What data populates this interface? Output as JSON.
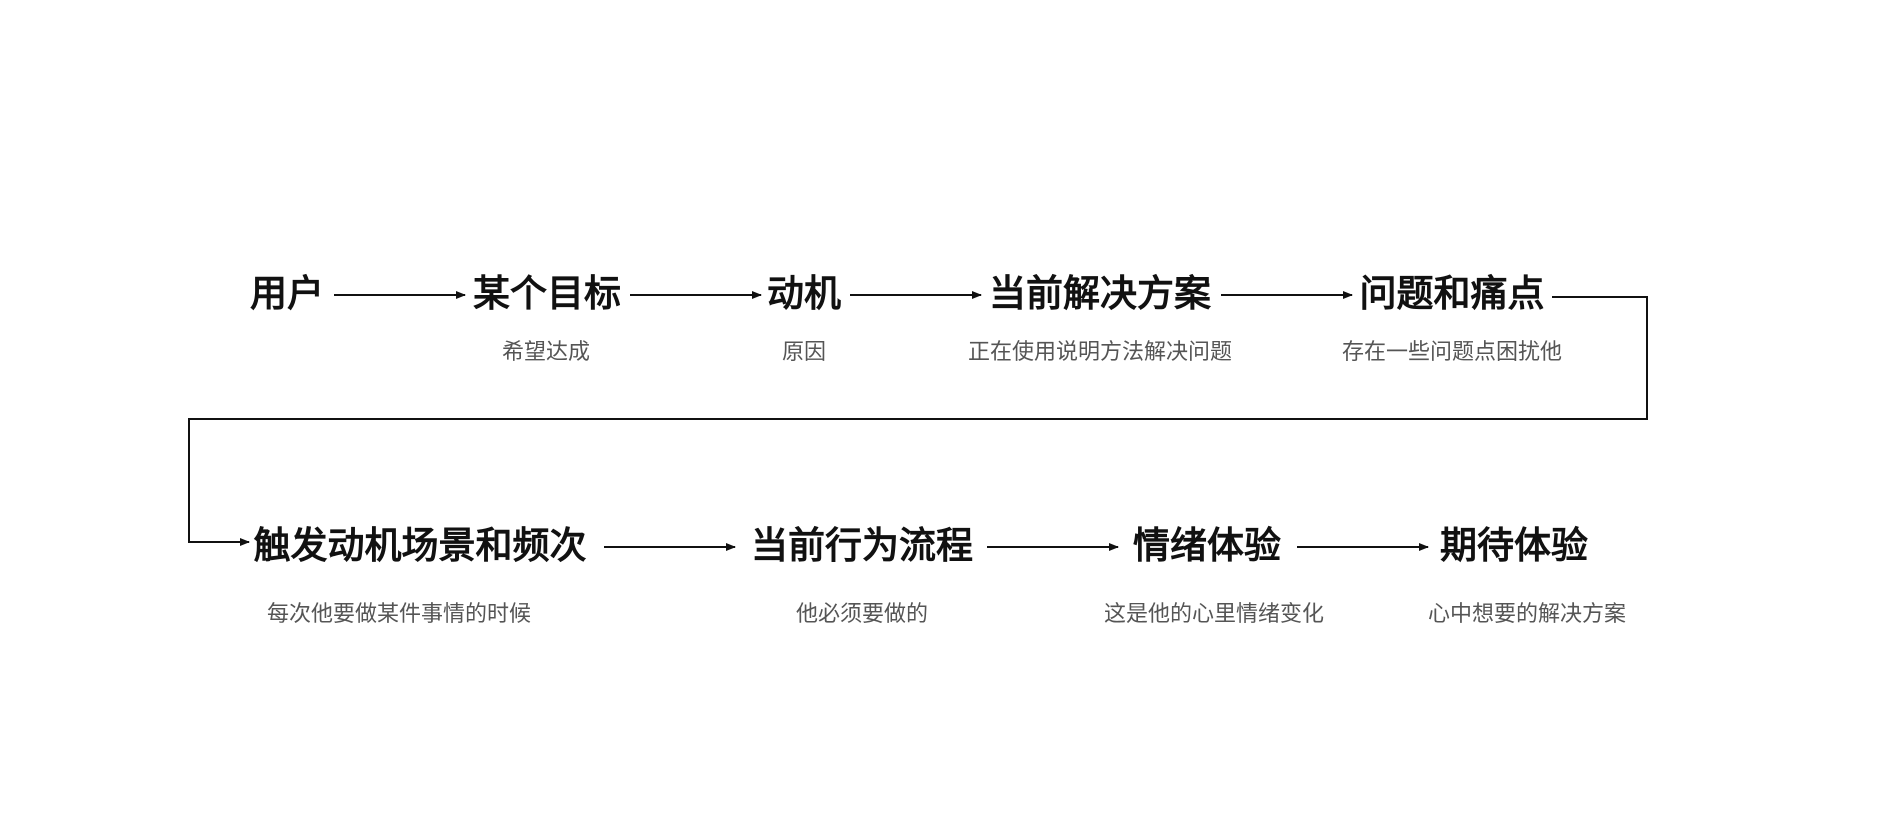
{
  "row1": [
    {
      "title": "用户",
      "desc": ""
    },
    {
      "title": "某个目标",
      "desc": "希望达成"
    },
    {
      "title": "动机",
      "desc": "原因"
    },
    {
      "title": "当前解决方案",
      "desc": "正在使用说明方法解决问题"
    },
    {
      "title": "问题和痛点",
      "desc": "存在一些问题点困扰他"
    }
  ],
  "row2": [
    {
      "title": "触发动机场景和频次",
      "desc": "每次他要做某件事情的时候"
    },
    {
      "title": "当前行为流程",
      "desc": "他必须要做的"
    },
    {
      "title": "情绪体验",
      "desc": "这是他的心里情绪变化"
    },
    {
      "title": "期待体验",
      "desc": "心中想要的解决方案"
    }
  ]
}
